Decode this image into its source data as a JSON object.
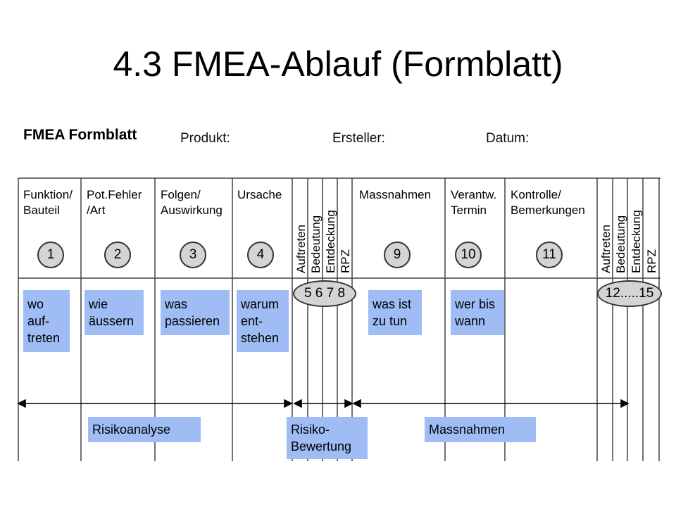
{
  "title": "4.3 FMEA-Ablauf (Formblatt)",
  "form": {
    "name": "FMEA Formblatt",
    "produkt": "Produkt:",
    "ersteller": "Ersteller:",
    "datum": "Datum:"
  },
  "columns": [
    {
      "label": "Funktion/\nBauteil",
      "num": "1",
      "desc": "wo\nauf-\ntreten"
    },
    {
      "label": "Pot.Fehler\n/Art",
      "num": "2",
      "desc": "wie\näussern"
    },
    {
      "label": "Folgen/\nAuswirkung",
      "num": "3",
      "desc": "was\npassieren"
    },
    {
      "label": "Ursache",
      "num": "4",
      "desc": "warum\nent-\nstehen"
    },
    {
      "label": "Massnahmen",
      "num": "9",
      "desc": "was ist\nzu tun"
    },
    {
      "label": "Verantw.\nTermin",
      "num": "10",
      "desc": "wer bis\nwann"
    },
    {
      "label": "Kontrolle/\nBemerkungen",
      "num": "11",
      "desc": ""
    }
  ],
  "rating_columns_1": [
    "Auftreten",
    "Bedeutung",
    "Entdeckung",
    "RPZ"
  ],
  "rating_columns_2": [
    "Auftreten",
    "Bedeutung",
    "Entdeckung",
    "RPZ"
  ],
  "rating_group_1": "5 6 7 8",
  "rating_group_2": "12.....15",
  "phases": {
    "risikoanalyse": "Risikoanalyse",
    "risikobewertung": "Risiko-\nBewertung",
    "massnahmen": "Massnahmen"
  }
}
